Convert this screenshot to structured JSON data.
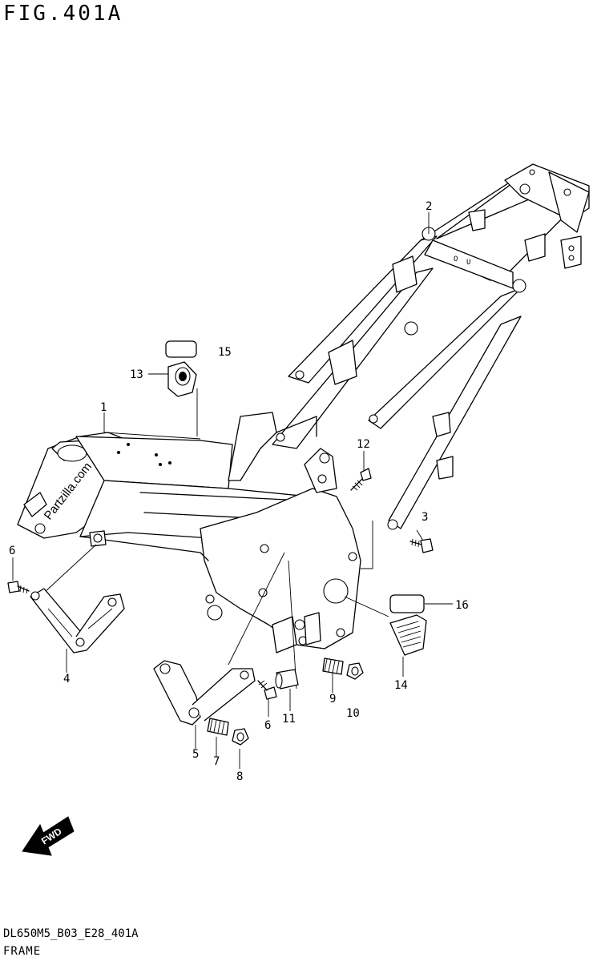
{
  "figure": {
    "title": "FIG.401A",
    "code": "DL650M5_B03_E28_401A",
    "caption": "FRAME",
    "watermark": "Partzilla.com",
    "fwd_label": "FWD"
  },
  "callouts": [
    {
      "id": "1",
      "label": "1"
    },
    {
      "id": "2",
      "label": "2"
    },
    {
      "id": "3",
      "label": "3"
    },
    {
      "id": "4",
      "label": "4"
    },
    {
      "id": "5",
      "label": "5"
    },
    {
      "id": "6a",
      "label": "6"
    },
    {
      "id": "6b",
      "label": "6"
    },
    {
      "id": "7",
      "label": "7"
    },
    {
      "id": "8",
      "label": "8"
    },
    {
      "id": "9",
      "label": "9"
    },
    {
      "id": "10",
      "label": "10"
    },
    {
      "id": "11",
      "label": "11"
    },
    {
      "id": "12",
      "label": "12"
    },
    {
      "id": "13",
      "label": "13"
    },
    {
      "id": "14",
      "label": "14"
    },
    {
      "id": "15",
      "label": "15"
    },
    {
      "id": "16",
      "label": "16"
    }
  ]
}
